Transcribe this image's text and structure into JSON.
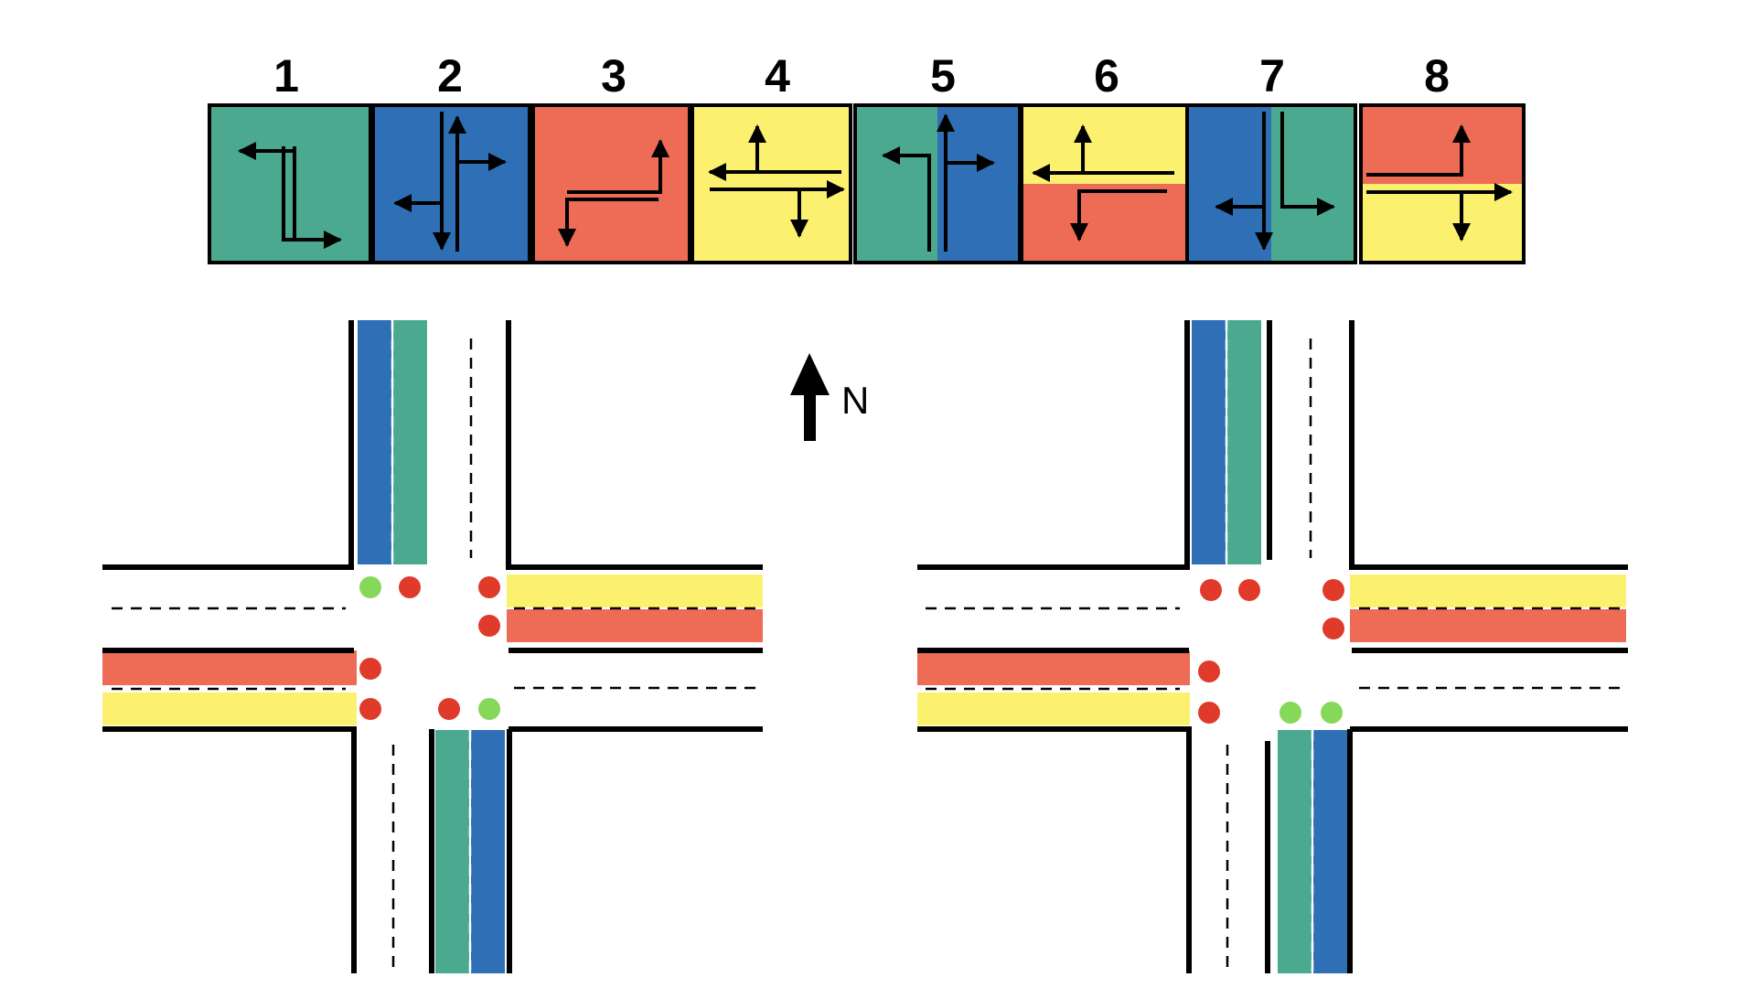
{
  "colors": {
    "green": "#4aa98f",
    "blue": "#2f6fb6",
    "red": "#ee6b55",
    "yellow": "#fcf16e",
    "signal_green": "#86d85a",
    "signal_red": "#e03a2a"
  },
  "phases": [
    {
      "number": "1",
      "colors": [
        "green"
      ],
      "split": "none"
    },
    {
      "number": "2",
      "colors": [
        "blue"
      ],
      "split": "none"
    },
    {
      "number": "3",
      "colors": [
        "red"
      ],
      "split": "none"
    },
    {
      "number": "4",
      "colors": [
        "yellow"
      ],
      "split": "none"
    },
    {
      "number": "5",
      "colors": [
        "green",
        "blue"
      ],
      "split": "vertical"
    },
    {
      "number": "6",
      "colors": [
        "yellow",
        "red"
      ],
      "split": "horizontal"
    },
    {
      "number": "7",
      "colors": [
        "blue",
        "green"
      ],
      "split": "vertical"
    },
    {
      "number": "8",
      "colors": [
        "red",
        "yellow"
      ],
      "split": "horizontal"
    }
  ],
  "compass": {
    "label": "N",
    "icon": "north-arrow-icon"
  },
  "intersections": [
    {
      "name": "left",
      "signals": [
        "green",
        "red",
        "red",
        "red",
        "red",
        "red",
        "red",
        "green"
      ]
    },
    {
      "name": "right",
      "signals": [
        "red",
        "red",
        "red",
        "red",
        "red",
        "red",
        "green",
        "green"
      ]
    }
  ]
}
